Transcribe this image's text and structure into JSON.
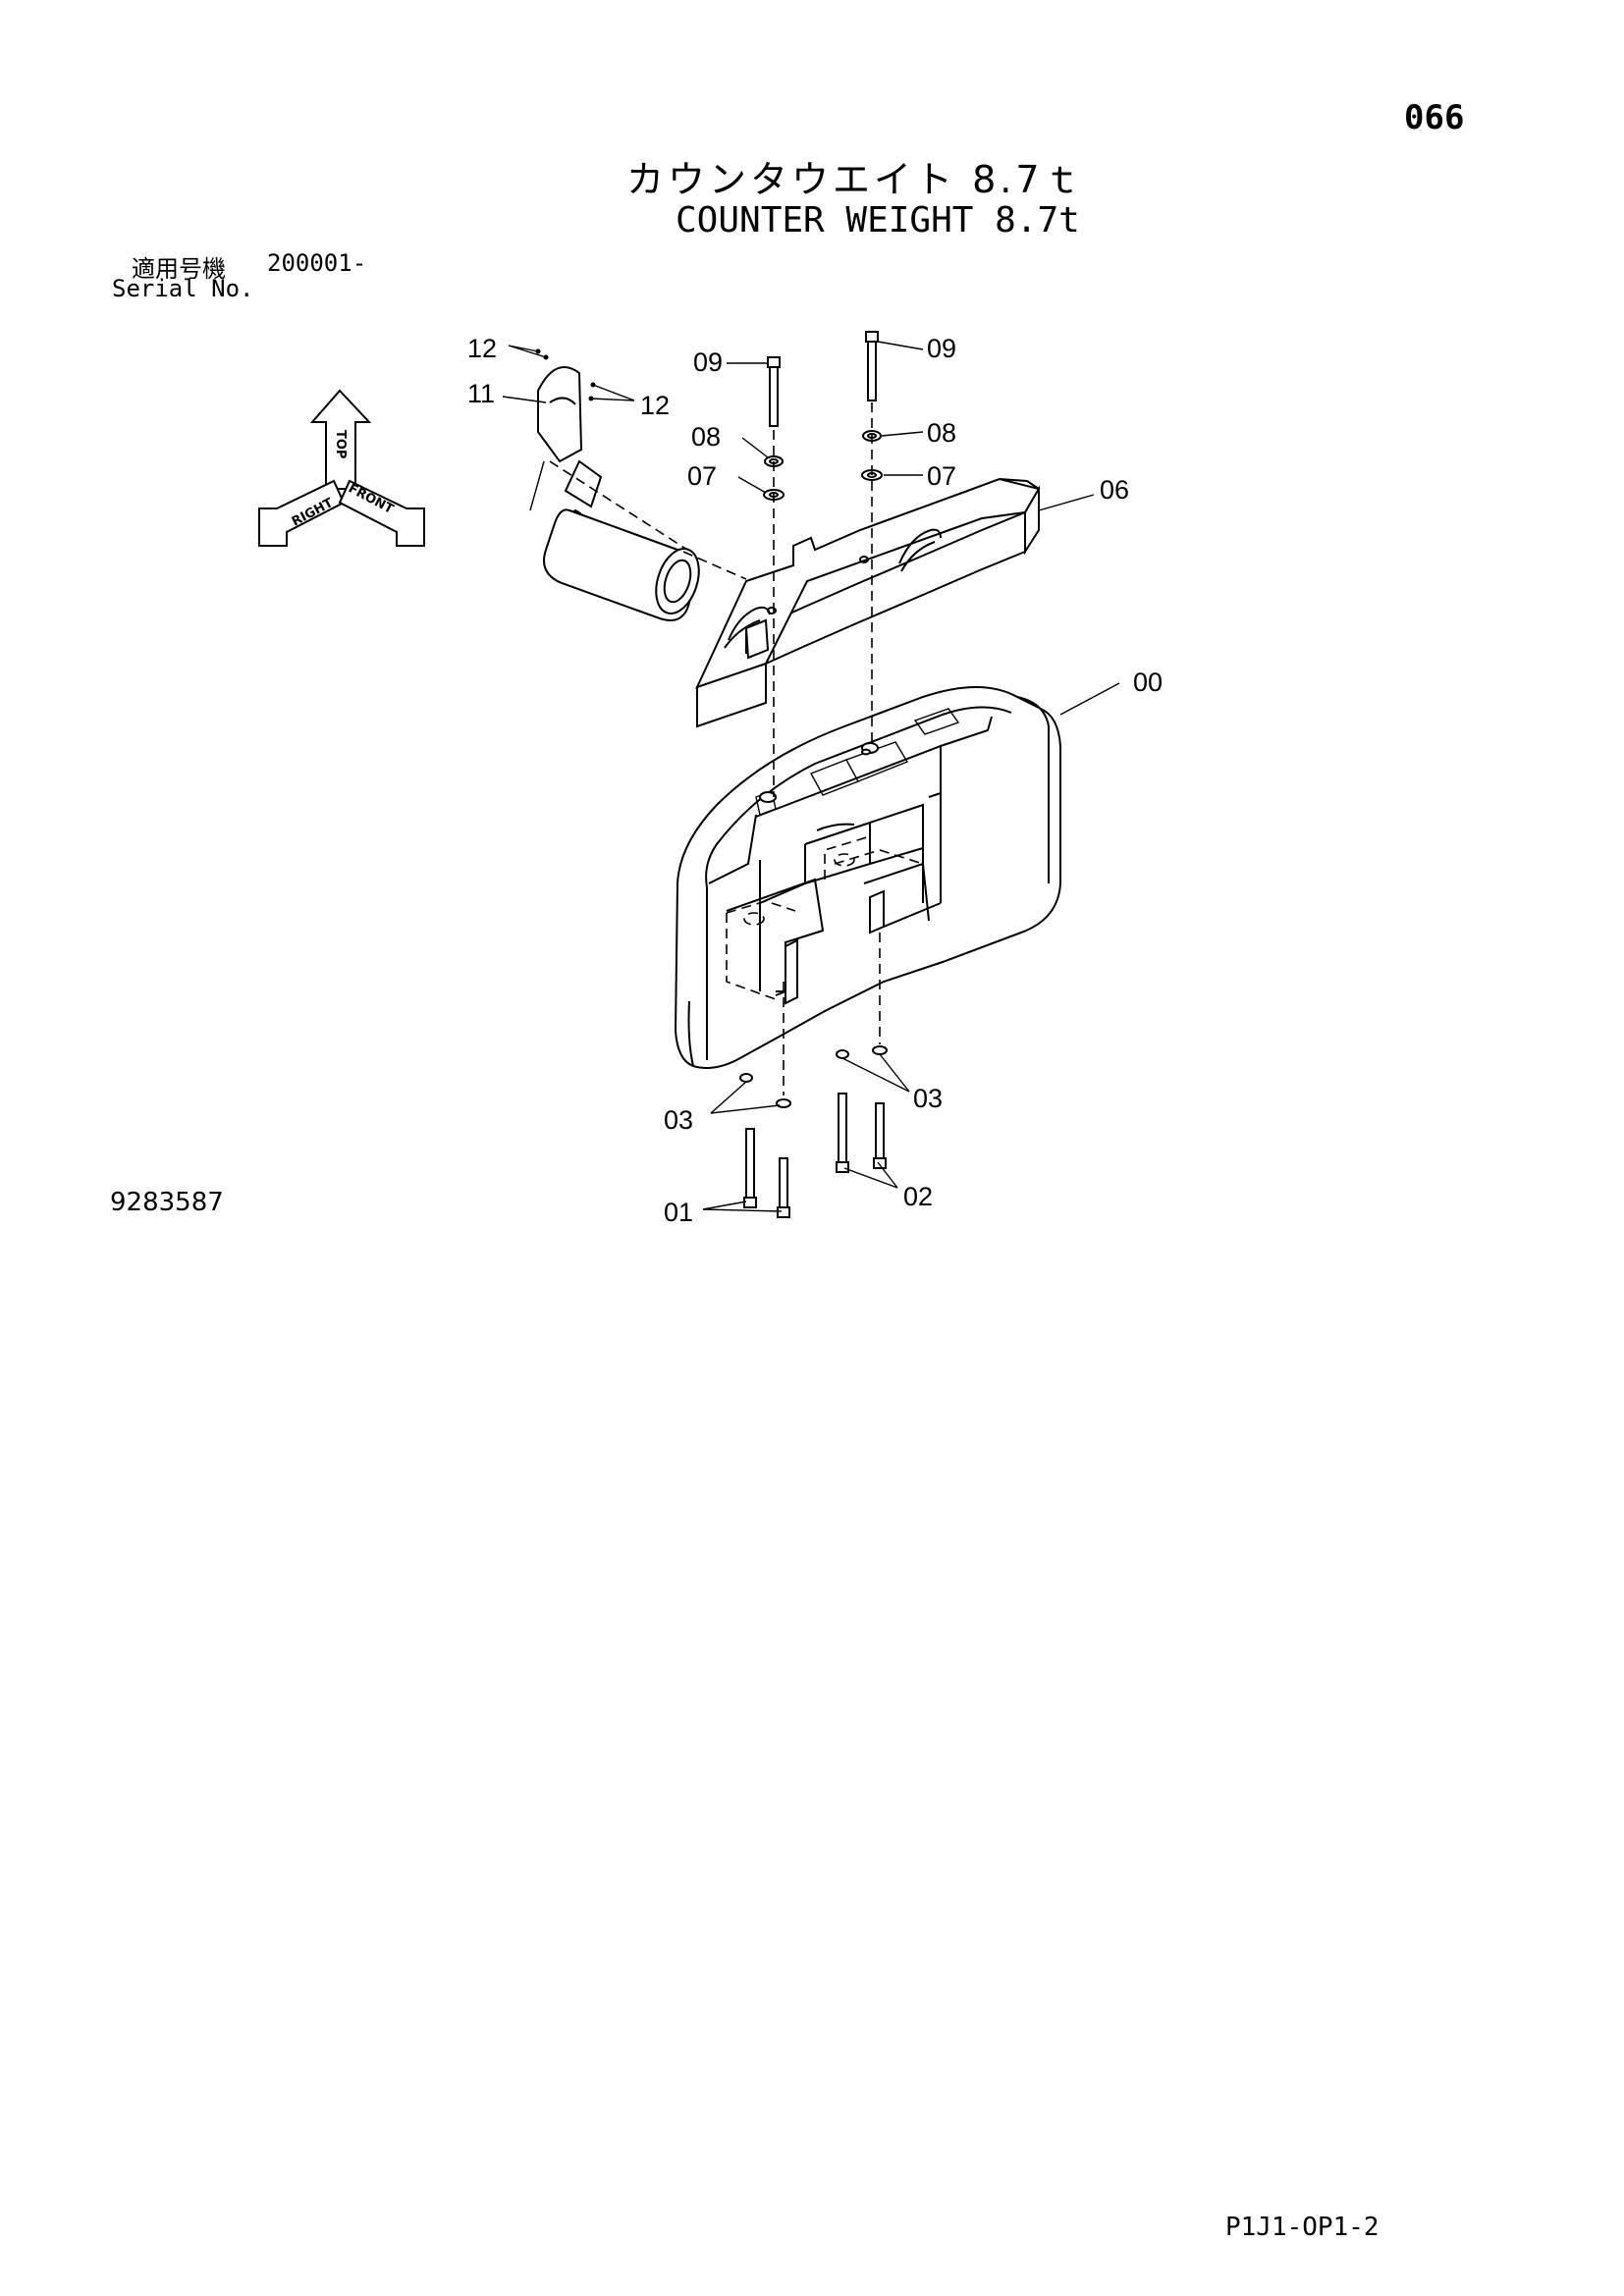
{
  "page_number": "066",
  "title_jp": "カウンタウエイト 8.7ｔ",
  "title_en": "COUNTER WEIGHT 8.7t",
  "serial": {
    "label_jp": "適用号機",
    "value": "200001-",
    "label_en": "Serial No."
  },
  "drawing_number": "9283587",
  "page_code": "P1J1-OP1-2",
  "orientation": {
    "top": "TOP",
    "front": "FRONT",
    "right": "RIGHT"
  },
  "callouts": [
    {
      "id": "12",
      "text": "12"
    },
    {
      "id": "11",
      "text": "11"
    },
    {
      "id": "12b",
      "text": "12"
    },
    {
      "id": "09a",
      "text": "09"
    },
    {
      "id": "09b",
      "text": "09"
    },
    {
      "id": "08a",
      "text": "08"
    },
    {
      "id": "08b",
      "text": "08"
    },
    {
      "id": "07a",
      "text": "07"
    },
    {
      "id": "07b",
      "text": "07"
    },
    {
      "id": "06",
      "text": "06"
    },
    {
      "id": "00",
      "text": "00"
    },
    {
      "id": "03a",
      "text": "03"
    },
    {
      "id": "03b",
      "text": "03"
    },
    {
      "id": "02",
      "text": "02"
    },
    {
      "id": "01",
      "text": "01"
    }
  ]
}
